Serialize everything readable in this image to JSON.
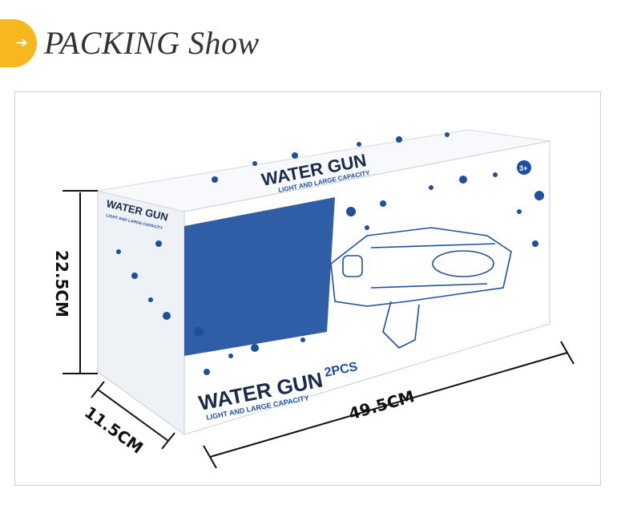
{
  "header": {
    "title": "PACKING Show",
    "badge_icon": "arrow-right-icon",
    "accent_color": "#f6b71f"
  },
  "box": {
    "front_brand": "WATER GUN",
    "front_tagline": "LIGHT AND LARGE CAPACITY",
    "front_quantity": "2PCS",
    "top_brand": "WATER GUN",
    "top_tagline": "LIGHT AND LARGE CAPACITY",
    "top_age": "3+",
    "side_brand": "WATER GUN",
    "side_tagline": "LIGHT AND LARGE CAPACITY",
    "splash_color": "#1d4f9e"
  },
  "dimensions": {
    "height": "22.5CM",
    "depth": "11.5CM",
    "length": "49.5CM"
  }
}
